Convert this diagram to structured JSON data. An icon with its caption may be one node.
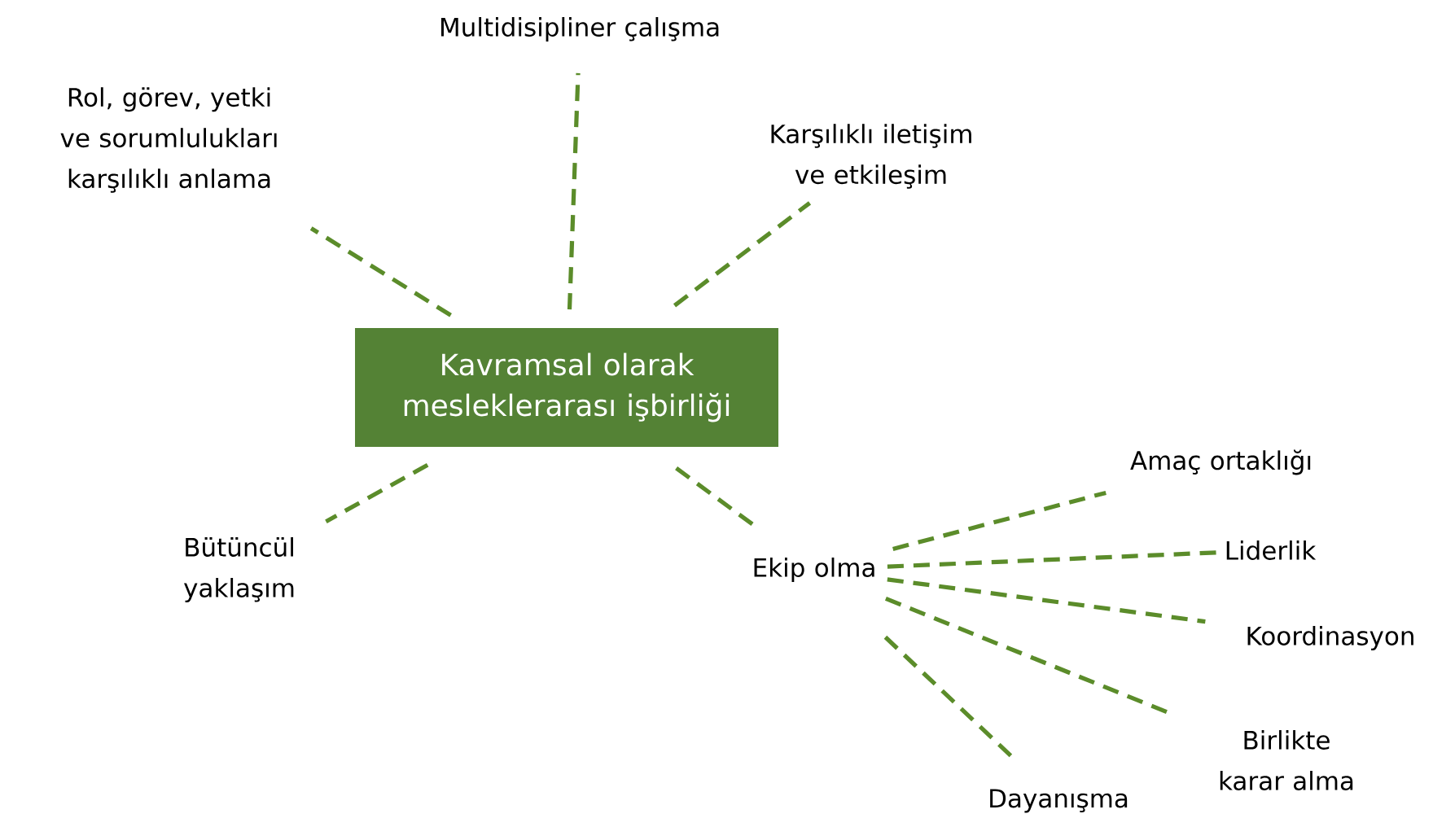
{
  "diagram": {
    "nodes": [
      {
        "text": [
          "Kavramsal olarak mesleklerarası işbirliği"
        ]
      },
      {
        "text": [
          "Multidisipliner çalışma"
        ]
      },
      {
        "text": [
          "Rol, görev, yetki ve sorumlulukları karşılıklı anlama"
        ]
      },
      {
        "text": [
          "Karşılıklı iletişim ve etkileşim"
        ]
      },
      {
        "text": [
          "Bütüncül yaklaşım"
        ]
      },
      {
        "text": [
          "Ekip olma"
        ]
      },
      {
        "text": [
          "Amaç ortaklığı"
        ]
      },
      {
        "text": [
          "Liderlik"
        ]
      },
      {
        "text": [
          "Koordinasyon"
        ]
      },
      {
        "text": [
          "Birlikte karar alma"
        ]
      },
      {
        "text": [
          "Dayanışma"
        ]
      }
    ],
    "edges": [
      {
        "from": 0,
        "to": 1,
        "arrow": "none",
        "style": "dashed"
      },
      {
        "from": 0,
        "to": 2,
        "arrow": "none",
        "style": "dashed"
      },
      {
        "from": 0,
        "to": 3,
        "arrow": "none",
        "style": "dashed"
      },
      {
        "from": 0,
        "to": 4,
        "arrow": "none",
        "style": "dashed"
      },
      {
        "from": 0,
        "to": 5,
        "arrow": "none",
        "style": "dashed"
      },
      {
        "from": 5,
        "to": 6,
        "arrow": "none",
        "style": "dashed"
      },
      {
        "from": 5,
        "to": 7,
        "arrow": "none",
        "style": "dashed"
      },
      {
        "from": 5,
        "to": 8,
        "arrow": "none",
        "style": "dashed"
      },
      {
        "from": 5,
        "to": 9,
        "arrow": "none",
        "style": "dashed"
      },
      {
        "from": 5,
        "to": 10,
        "arrow": "none",
        "style": "dashed"
      }
    ]
  }
}
